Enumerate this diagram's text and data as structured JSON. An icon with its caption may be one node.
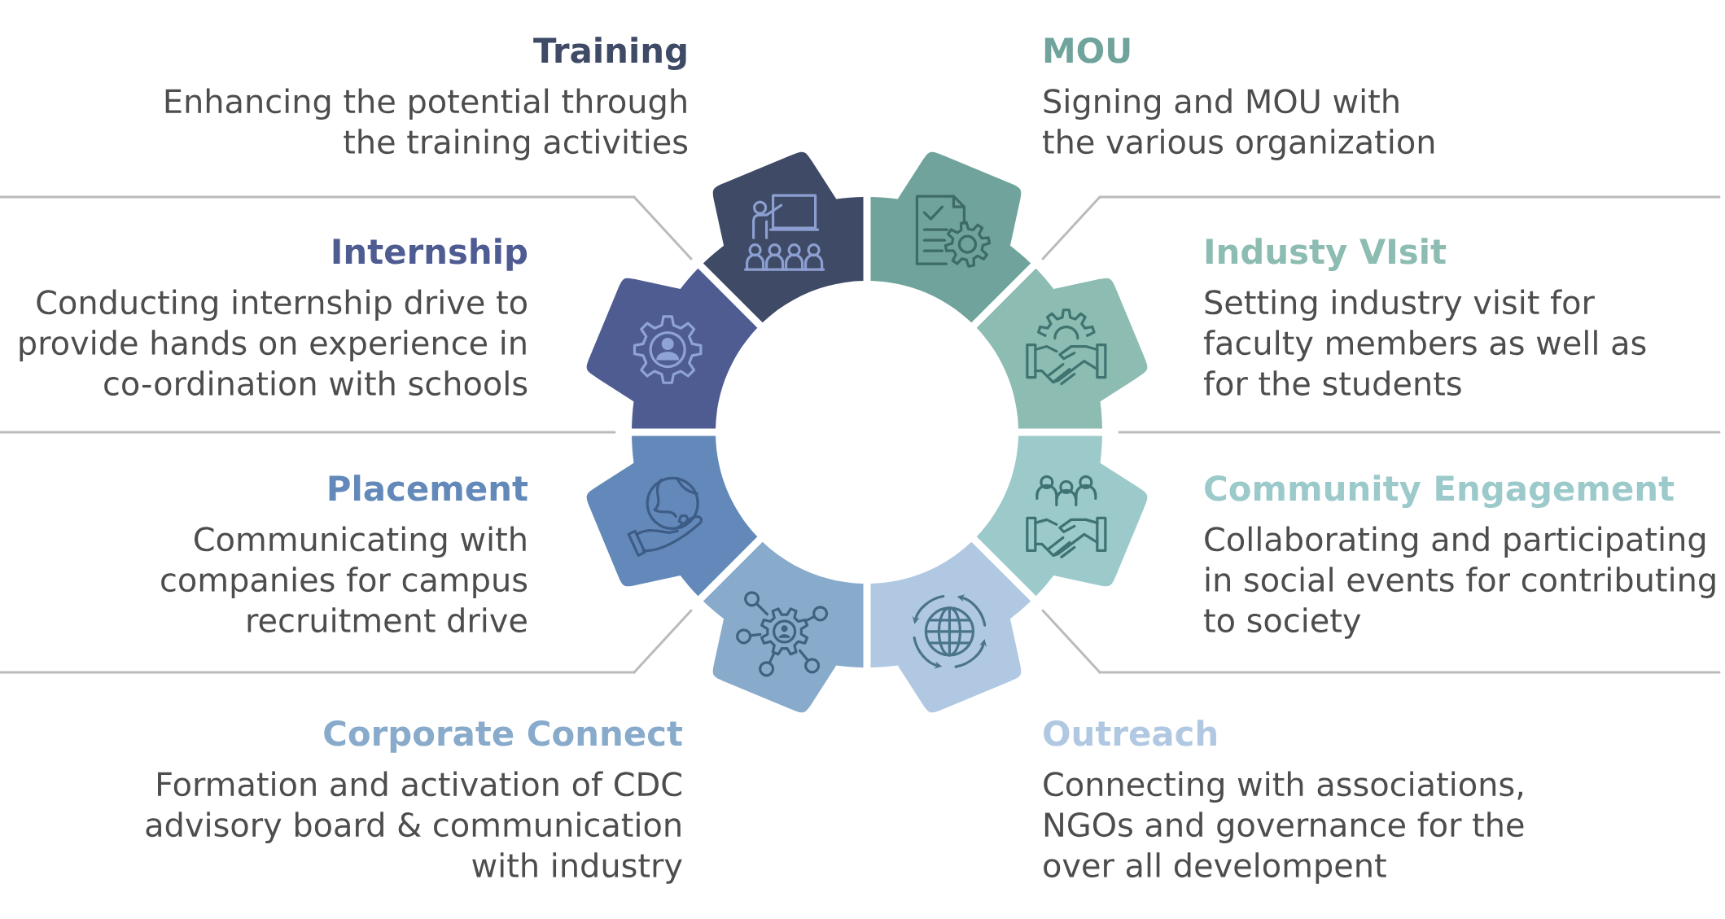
{
  "diagram": {
    "nodes": [
      {
        "text": [
          "Training",
          "Enhancing the potential through the training activities"
        ]
      },
      {
        "text": [
          "MOU",
          "Signing and MOU with the various organization"
        ]
      },
      {
        "text": [
          "Internship",
          "Conducting internship drive to provide hands on experience in co-ordination with schools"
        ]
      },
      {
        "text": [
          "Industy VIsit",
          "Setting industry visit for faculty members as well as for the students"
        ]
      },
      {
        "text": [
          "Placement",
          "Communicating with companies for campus recruitment drive"
        ]
      },
      {
        "text": [
          "Community Engagement",
          "Collaborating and participating in social events for contributing to society"
        ]
      },
      {
        "text": [
          "Corporate Connect",
          "Formation and activation of CDC advisory board & communication with industry"
        ]
      },
      {
        "text": [
          "Outreach",
          "Connecting with associations, NGOs and governance for the over all develompent"
        ]
      }
    ]
  }
}
